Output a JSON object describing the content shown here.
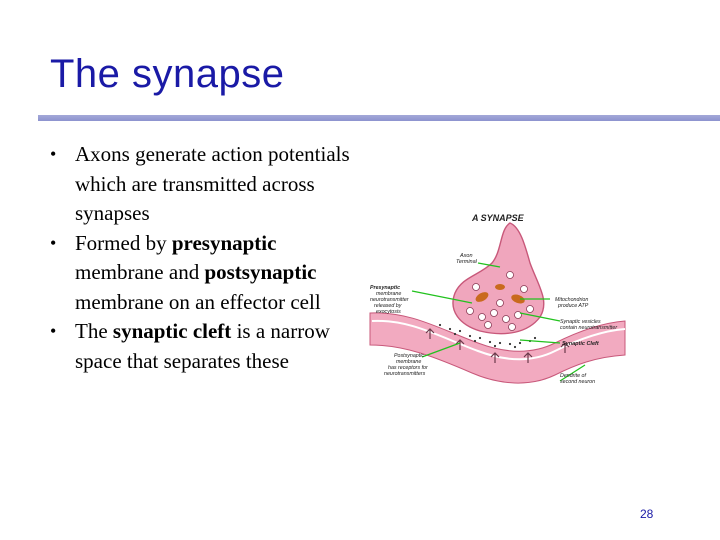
{
  "slide": {
    "title": "The synapse",
    "bullets": [
      {
        "parts": [
          "Axons generate action potentials which are transmitted across synapses"
        ]
      },
      {
        "parts": [
          "Formed by ",
          "presynaptic",
          " membrane and ",
          "postsynaptic",
          " membrane on an effector cell"
        ]
      },
      {
        "parts": [
          "The ",
          "synaptic cleft",
          " is a narrow space that separates these"
        ]
      }
    ],
    "page_number": "28"
  },
  "diagram": {
    "title": "A SYNAPSE",
    "labels": {
      "axon_terminal": [
        "Axon",
        "Terminal"
      ],
      "presynaptic": [
        "Presynaptic",
        "membrane",
        "neurotransmitter",
        "released by",
        "exocytosis"
      ],
      "mitochondrion": [
        "Mitochondrion",
        "produce ATP"
      ],
      "synaptic_vesicles": [
        "Synaptic vesicles",
        "contain neurotransmitter"
      ],
      "synaptic_cleft": [
        "Synaptic Cleft"
      ],
      "postsynaptic": [
        "Postsynaptic",
        "membrane",
        "has receptors for",
        "neurotransmitters"
      ],
      "dendrite": [
        "Dendrite of",
        "second neuron"
      ]
    },
    "colors": {
      "terminal": "#f0a6bd",
      "terminal_edge": "#c8587a",
      "dendrite": "#f2aac0",
      "leader": "#22c21e",
      "mitochondrion": "#c96a1e",
      "vesicle": "#ffffff"
    }
  }
}
